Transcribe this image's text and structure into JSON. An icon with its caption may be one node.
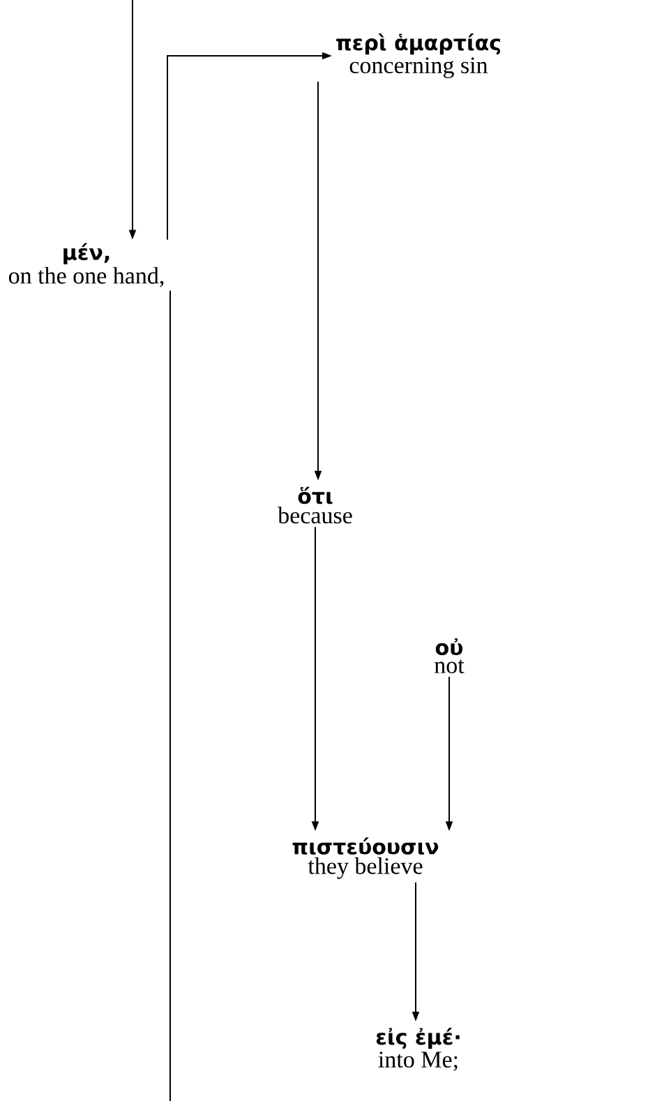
{
  "diagram": {
    "nodes": [
      {
        "text": [
          "περὶ ἁμαρτίας",
          "concerning sin"
        ]
      },
      {
        "text": [
          "μέν,",
          "on the one hand,"
        ]
      },
      {
        "text": [
          "ὅτι",
          "because"
        ]
      },
      {
        "text": [
          "οὐ",
          "not"
        ]
      },
      {
        "text": [
          "πιστεύουσιν",
          "they believe"
        ]
      },
      {
        "text": [
          "εἰς ἐμέ·",
          "into Me;"
        ]
      }
    ],
    "edges": [
      {
        "from": null,
        "to": 1,
        "arrow": "to"
      },
      {
        "from": 1,
        "to": 0,
        "arrow": "to"
      },
      {
        "from": 0,
        "to": 2,
        "arrow": "to"
      },
      {
        "from": 2,
        "to": 4,
        "arrow": "to"
      },
      {
        "from": 3,
        "to": 4,
        "arrow": "to"
      },
      {
        "from": 4,
        "to": 5,
        "arrow": "to"
      },
      {
        "from": 1,
        "to": null,
        "arrow": "none"
      }
    ]
  }
}
